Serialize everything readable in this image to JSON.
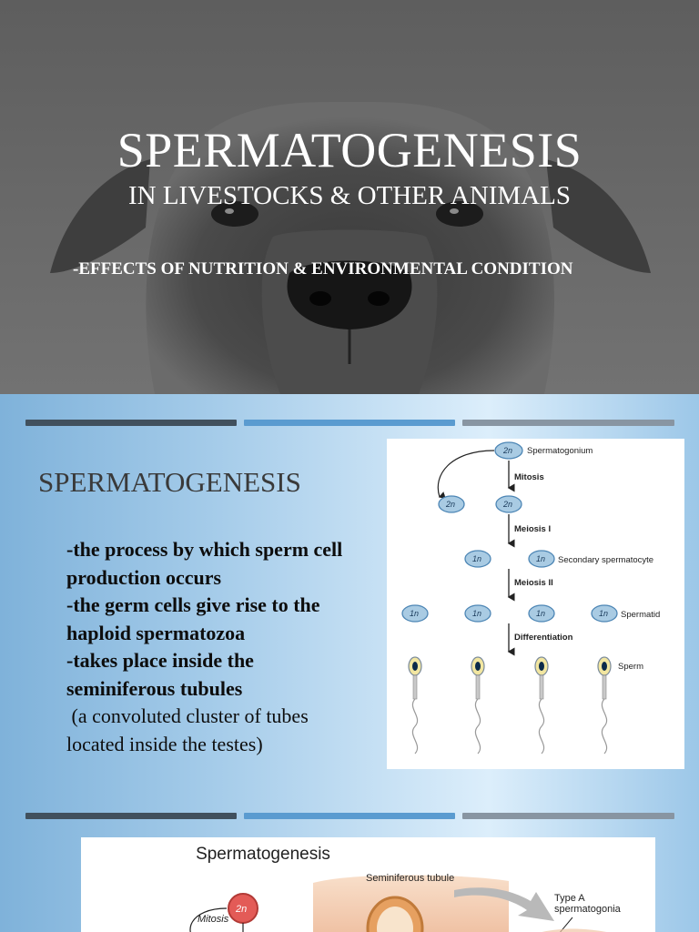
{
  "slide1": {
    "title": "SPERMATOGENESIS",
    "subtitle": "IN LIVESTOCKS & OTHER ANIMALS",
    "tagline": "-EFFECTS OF NUTRITION & ENVIRONMENTAL CONDITION"
  },
  "slide2": {
    "heading": "SPERMATOGENESIS",
    "lines": [
      "-the process by which sperm cell",
      "production occurs",
      "-the germ cells give rise to the",
      "haploid spermatozoa",
      "-takes place inside the",
      "seminiferous tubules",
      " (a convoluted cluster of tubes",
      "located inside the testes)"
    ],
    "diagram": {
      "label_2n": "2n",
      "label_1n": "1n",
      "stage_spermatogonium": "Spermatogonium",
      "step_mitosis": "Mitosis",
      "step_meiosis1": "Meiosis I",
      "stage_secondary": "Secondary spermatocyte",
      "step_meiosis2": "Meiosis II",
      "stage_spermatid": "Spermatid",
      "step_differentiation": "Differentiation",
      "stage_sperm": "Sperm"
    }
  },
  "slide3": {
    "figure_title": "Spermatogenesis",
    "label_tubule": "Seminiferous tubule",
    "label_type_a_1": "Type A",
    "label_type_a_2": "spermatogonia",
    "label_2n": "2n",
    "label_mitosis": "Mitosis"
  },
  "colors": {
    "bar_dark": "#41505d",
    "bar_blue": "#5a9bd0",
    "bar_gray": "#8895a2",
    "cell_fill": "#a9cbe3"
  }
}
